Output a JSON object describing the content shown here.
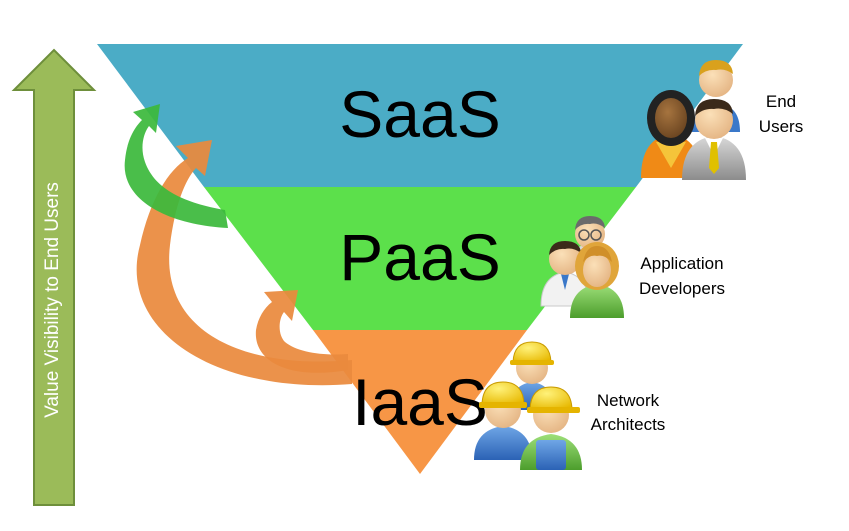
{
  "axis": {
    "label": "Value Visibility to End Users",
    "arrow_color": "#9bbb59",
    "arrow_border": "#6e8f3b"
  },
  "layers": [
    {
      "name": "SaaS",
      "color": "#4bacc6"
    },
    {
      "name": "PaaS",
      "color": "#5ce04b"
    },
    {
      "name": "IaaS",
      "color": "#f79646"
    }
  ],
  "roles": [
    {
      "lines": [
        "End",
        "Users"
      ],
      "icon": "business-people-icon"
    },
    {
      "lines": [
        "Application",
        "Developers"
      ],
      "icon": "developers-icon"
    },
    {
      "lines": [
        "Network",
        "Architects"
      ],
      "icon": "construction-workers-icon"
    }
  ],
  "arrows": {
    "green": "#3cb93c",
    "orange": "#e98a3d"
  }
}
